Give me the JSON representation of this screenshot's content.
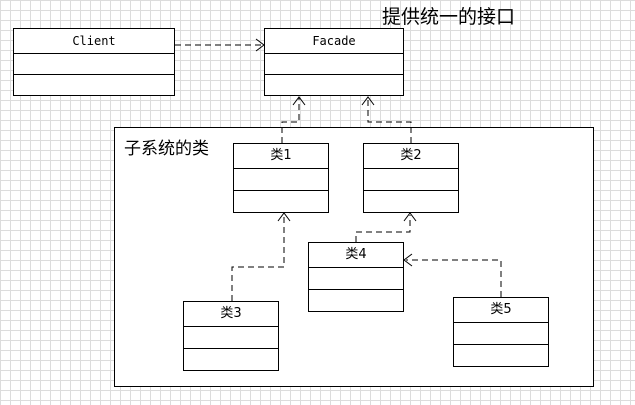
{
  "heading": "提供统一的接口",
  "subsystem": {
    "label": "子系统的类"
  },
  "classes": {
    "client": "Client",
    "facade": "Facade",
    "c1": "类1",
    "c2": "类2",
    "c3": "类3",
    "c4": "类4",
    "c5": "类5"
  },
  "relationships": [
    {
      "from": "Client",
      "to": "Facade",
      "kind": "dependency"
    },
    {
      "from": "类1",
      "to": "Facade",
      "kind": "dependency"
    },
    {
      "from": "类2",
      "to": "Facade",
      "kind": "dependency"
    },
    {
      "from": "类3",
      "to": "类1",
      "kind": "dependency"
    },
    {
      "from": "类4",
      "to": "类2",
      "kind": "dependency"
    },
    {
      "from": "类5",
      "to": "类4",
      "kind": "dependency"
    }
  ]
}
